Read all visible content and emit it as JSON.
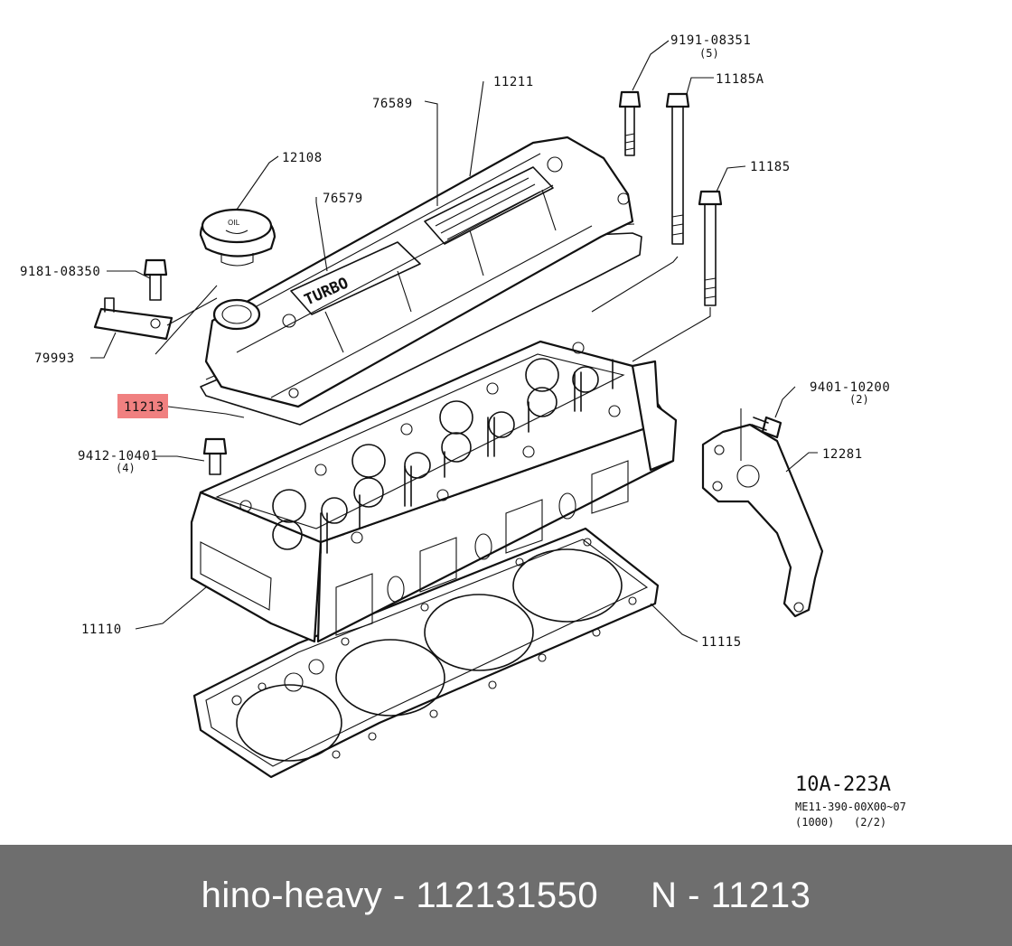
{
  "parts": {
    "p9191": "9191-08351",
    "p9191_qty": "(5)",
    "p11211": "11211",
    "p11185a": "11185A",
    "p76589": "76589",
    "p11185": "11185",
    "p12108": "12108",
    "p76579": "76579",
    "p9181": "9181-08350",
    "p79993": "79993",
    "p11213": "11213",
    "p9401": "9401-10200",
    "p9401_qty": "(2)",
    "p9412": "9412-10401",
    "p9412_qty": "(4)",
    "p12281": "12281",
    "p11110": "11110",
    "p11115": "11115"
  },
  "cap_text": "OIL",
  "cover_text": "TURBO",
  "ref": {
    "code": "10A-223A",
    "line1": "ME11-390-00X00~07",
    "line2": "(1000)   (2/2)"
  },
  "highlight_color": "#f08080",
  "footer": {
    "text": "hino-heavy - 112131550     N - 11213"
  }
}
